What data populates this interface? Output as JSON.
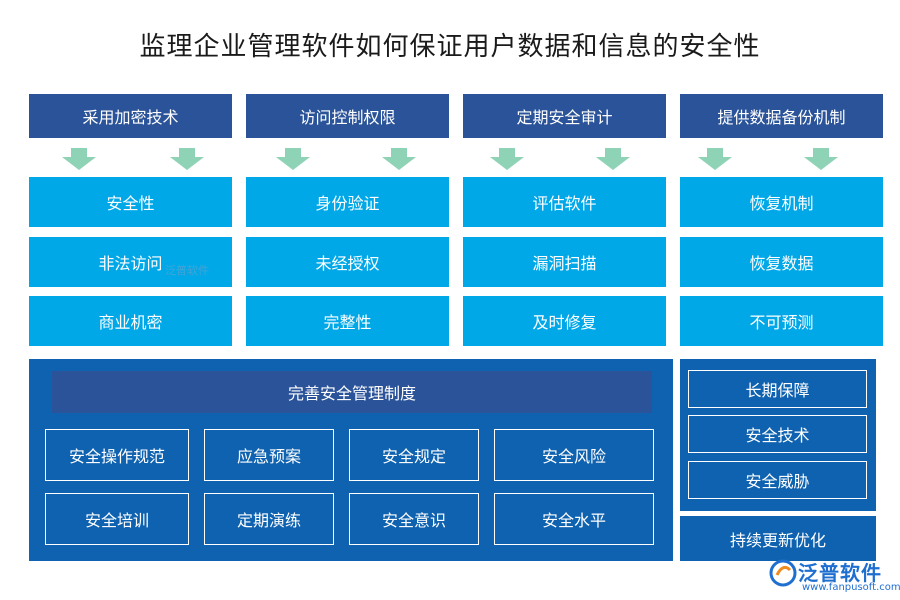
{
  "title": "监理企业管理软件如何保证用户数据和信息的安全性",
  "columns": [
    {
      "header": "采用加密技术",
      "items": [
        "安全性",
        "非法访问",
        "商业机密"
      ]
    },
    {
      "header": "访问控制权限",
      "items": [
        "身份验证",
        "未经授权",
        "完整性"
      ]
    },
    {
      "header": "定期安全审计",
      "items": [
        "评估软件",
        "漏洞扫描",
        "及时修复"
      ]
    },
    {
      "header": "提供数据备份机制",
      "items": [
        "恢复机制",
        "恢复数据",
        "不可预测"
      ]
    }
  ],
  "management": {
    "banner": "完善安全管理制度",
    "row1": [
      "安全操作规范",
      "应急预案",
      "安全规定",
      "安全风险"
    ],
    "row2": [
      "安全培训",
      "定期演练",
      "安全意识",
      "安全水平"
    ]
  },
  "side_panel": [
    "长期保障",
    "安全技术",
    "安全威胁"
  ],
  "bottom_right": "持续更新优化",
  "watermark": "泛普软件",
  "logo": {
    "name": "泛普软件",
    "url": "www.fanpusoft.com"
  },
  "colors": {
    "header": "#2a5399",
    "cell": "#00a8e8",
    "panel": "#0f62b0",
    "arrow": "#8fd3b6"
  }
}
